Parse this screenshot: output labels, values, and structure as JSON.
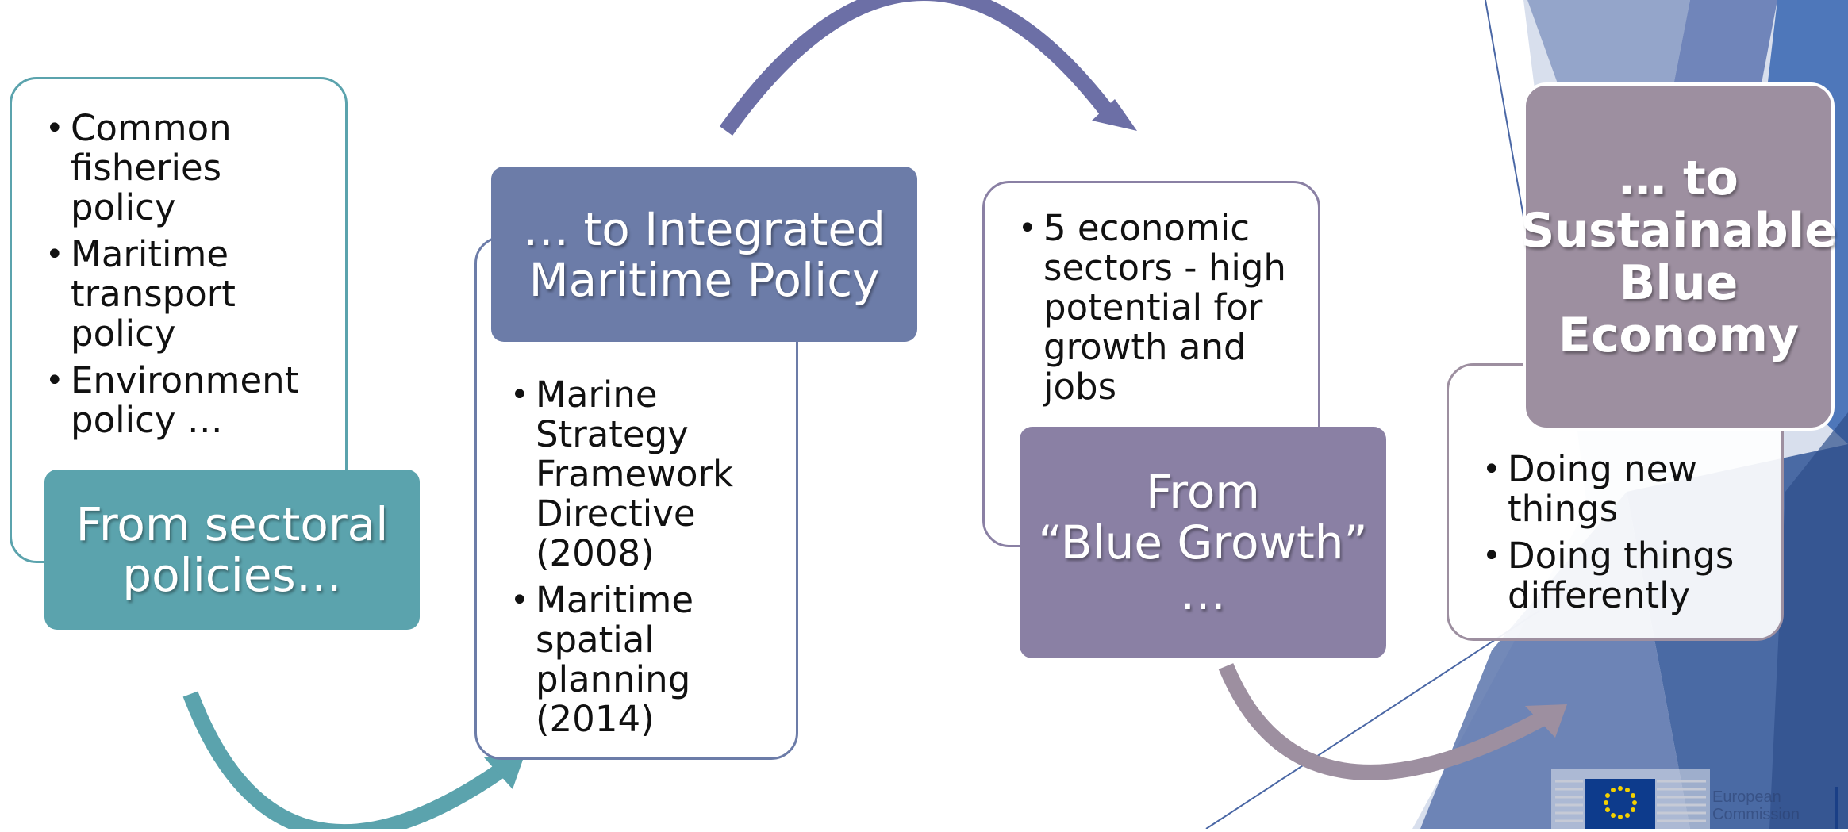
{
  "stages": [
    {
      "title": "From sectoral\npolicies…",
      "bullets": [
        "Common fisheries policy",
        "Maritime transport policy",
        "Environment policy …"
      ],
      "color": "#5ba3ad"
    },
    {
      "title": "… to Integrated\nMaritime Policy",
      "bullets": [
        "Marine Strategy Framework Directive (2008)",
        "Maritime spatial planning (2014)"
      ],
      "color": "#6c7ca8"
    },
    {
      "title": "From\n“Blue Growth”\n…",
      "bullets": [
        "5 economic sectors - high potential for growth and jobs"
      ],
      "color": "#8a80a4"
    },
    {
      "title": "… to\nSustainable\nBlue\nEconomy",
      "bullets": [
        "Doing new things",
        "Doing things differently"
      ],
      "color": "#9d8fa0"
    }
  ],
  "logo": {
    "text_line1": "European",
    "text_line2": "Commission",
    "flag_color": "#0d3b8c",
    "star_color": "#f4d100"
  }
}
